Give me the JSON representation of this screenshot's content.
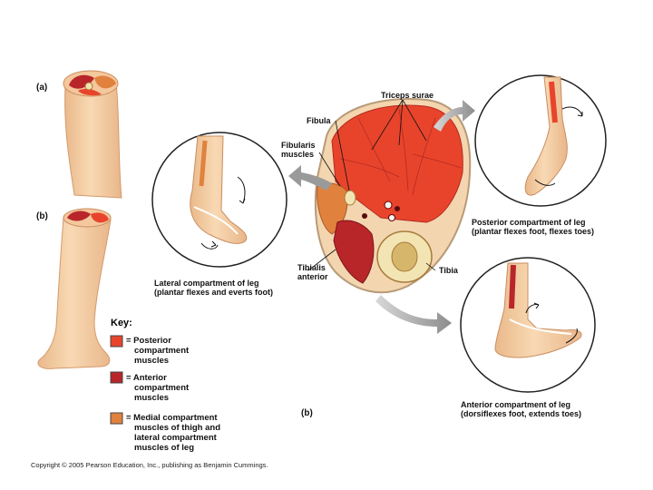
{
  "panel_labels": {
    "a": "(a)",
    "b_left": "(b)",
    "b_center": "(b)"
  },
  "callouts": {
    "triceps_surae": "Triceps surae",
    "fibula": "Fibula",
    "fibularis_line1": "Fibularis",
    "fibularis_line2": "muscles",
    "tibialis_line1": "Tibialis",
    "tibialis_line2": "anterior",
    "tibia": "Tibia"
  },
  "captions": {
    "lateral_line1": "Lateral compartment of leg",
    "lateral_line2": "(plantar flexes and everts foot)",
    "posterior_line1": "Posterior compartment of leg",
    "posterior_line2": "(plantar flexes foot, flexes toes)",
    "anterior_line1": "Anterior compartment of leg",
    "anterior_line2": "(dorsiflexes foot, extends toes)"
  },
  "key": {
    "title": "Key:",
    "items": [
      {
        "color": "#e8442c",
        "lines": [
          "= Posterior",
          "compartment",
          "muscles"
        ]
      },
      {
        "color": "#b8262a",
        "lines": [
          "= Anterior",
          "compartment",
          "muscles"
        ]
      },
      {
        "color": "#e0823e",
        "lines": [
          "= Medial compartment",
          "muscles of thigh and",
          "lateral compartment",
          "muscles of leg"
        ]
      }
    ]
  },
  "colors": {
    "posterior": "#e8442c",
    "anterior": "#b8262a",
    "lateral": "#e0823e",
    "skin": "#f6d4ac",
    "bone": "#f3e4b4",
    "arrow": "#9a9a9a"
  },
  "copyright": "Copyright © 2005 Pearson Education, Inc., publishing as Benjamin Cummings."
}
